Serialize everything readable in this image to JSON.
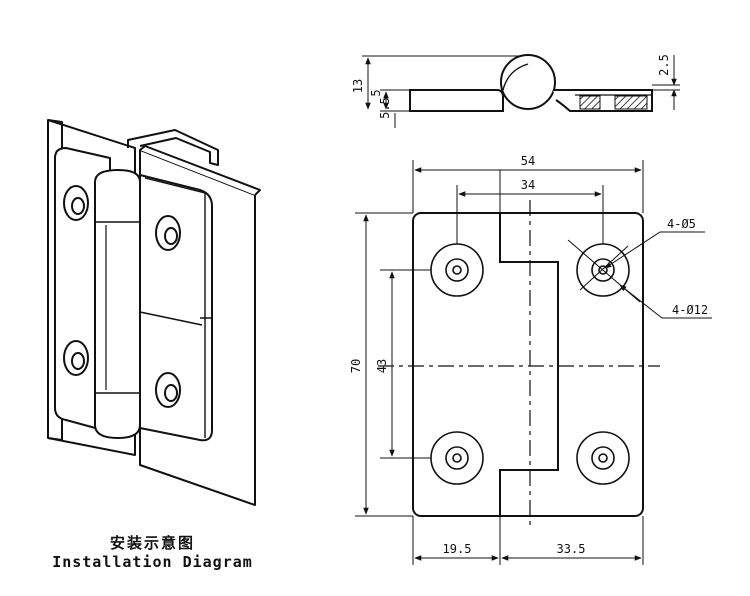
{
  "caption": {
    "chinese": "安装示意图",
    "english": "Installation Diagram"
  },
  "side_view_dims": {
    "total_height": "13",
    "leaf_thickness": "5",
    "lower_height": "5.5",
    "right_step": "2.5"
  },
  "top_view_dims": {
    "overall_width": "54",
    "hole_spacing_x": "34",
    "overall_height": "70",
    "hole_spacing_y": "43",
    "left_leaf_width": "19.5",
    "right_leaf_width": "33.5",
    "through_hole": "4-Ø5",
    "counterbore": "4-Ø12"
  },
  "colors": {
    "line": "#111111",
    "background": "#ffffff"
  }
}
